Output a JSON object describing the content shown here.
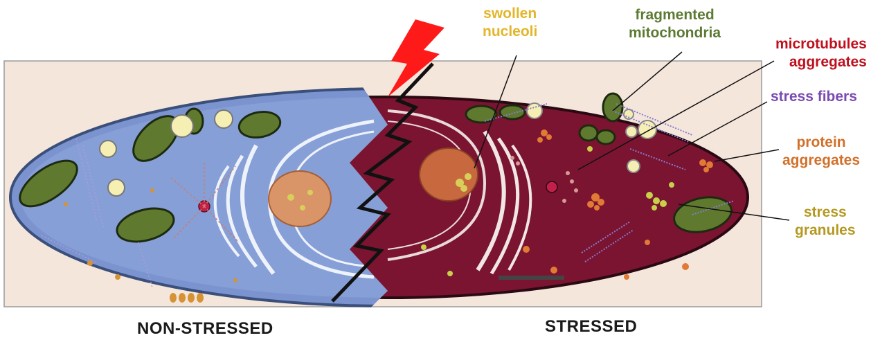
{
  "labels": {
    "swollen_nucleoli": [
      "swollen",
      "nucleoli"
    ],
    "fragmented_mitochondria": [
      "fragmented",
      "mitochondria"
    ],
    "microtubules_aggregates": [
      "microtubules",
      "aggregates"
    ],
    "stress_fibers": [
      "stress fibers"
    ],
    "protein_aggregates": [
      "protein",
      "aggregates"
    ],
    "stress_granules": [
      "stress",
      "granules"
    ]
  },
  "captions": {
    "left": "NON-STRESSED",
    "right": "STRESSED"
  },
  "colors": {
    "swollen_nucleoli": "#e3b52a",
    "fragmented_mitochondria": "#5d7a34",
    "microtubules_aggregates": "#c0101e",
    "stress_fibers": "#7a4bb0",
    "protein_aggregates": "#d2702a",
    "stress_granules": "#b5981f",
    "bolt": "#ff1a1a"
  }
}
